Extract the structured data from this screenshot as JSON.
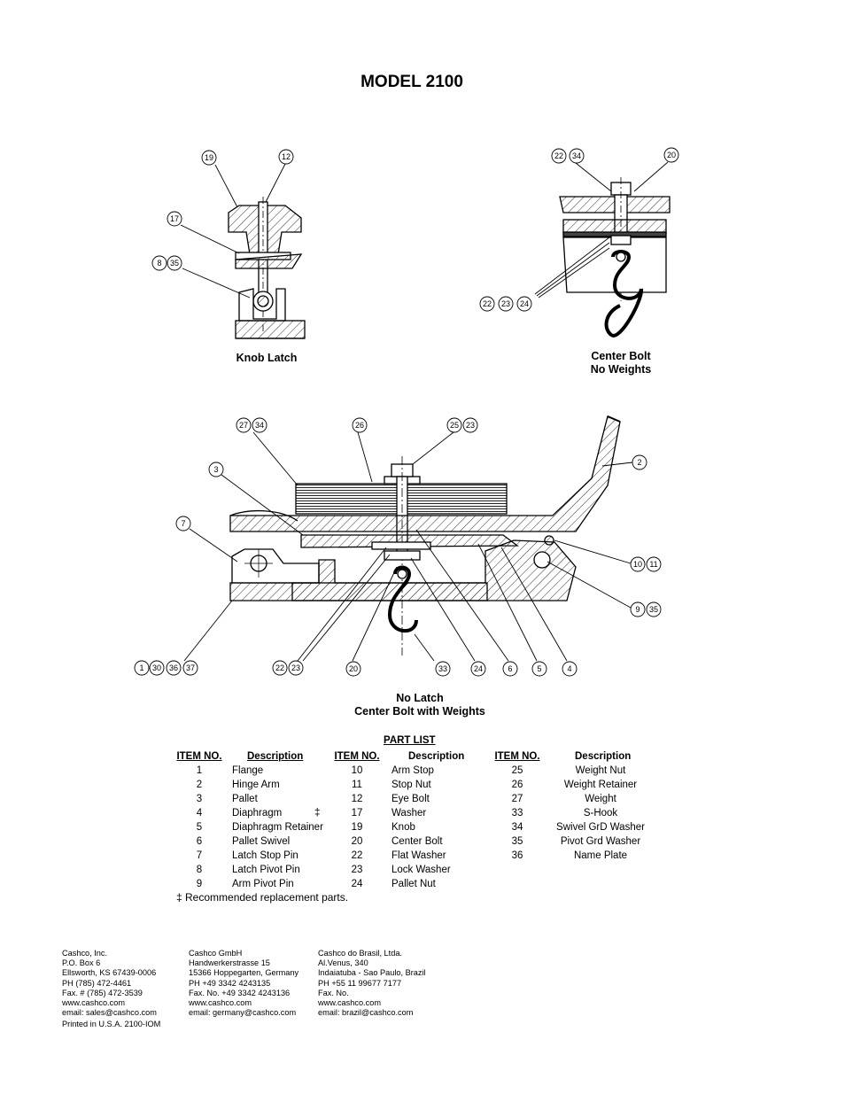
{
  "page": {
    "title": "MODEL 2100"
  },
  "figures": {
    "knob_latch": {
      "caption": [
        "Knob Latch"
      ],
      "callouts": [
        "19",
        "12",
        "17",
        "8",
        "35"
      ]
    },
    "center_bolt_no_weights": {
      "caption": [
        "Center Bolt",
        "No Weights"
      ],
      "callouts": [
        "22",
        "34",
        "20",
        "22",
        "23",
        "24"
      ]
    },
    "no_latch_with_weights": {
      "caption": [
        "No Latch",
        "Center Bolt with Weights"
      ],
      "callouts": [
        "27",
        "34",
        "26",
        "25",
        "23",
        "2",
        "3",
        "7",
        "10",
        "11",
        "9",
        "35",
        "1",
        "30",
        "36",
        "37",
        "22",
        "23",
        "20",
        "33",
        "24",
        "6",
        "5",
        "4"
      ]
    }
  },
  "part_list": {
    "title": "PART LIST",
    "item_header": "ITEM NO.",
    "desc_header": "Description",
    "columns": [
      [
        {
          "item": "1",
          "desc": "Flange"
        },
        {
          "item": "2",
          "desc": "Hinge Arm"
        },
        {
          "item": "3",
          "desc": "Pallet"
        },
        {
          "item": "4",
          "desc": "Diaphragm",
          "mark": "‡"
        },
        {
          "item": "5",
          "desc": "Diaphragm Retainer"
        },
        {
          "item": "6",
          "desc": "Pallet Swivel"
        },
        {
          "item": "7",
          "desc": "Latch Stop Pin"
        },
        {
          "item": "8",
          "desc": "Latch Pivot Pin"
        },
        {
          "item": "9",
          "desc": "Arm Pivot Pin"
        }
      ],
      [
        {
          "item": "10",
          "desc": "Arm Stop"
        },
        {
          "item": "11",
          "desc": "Stop Nut"
        },
        {
          "item": "12",
          "desc": "Eye Bolt"
        },
        {
          "item": "17",
          "desc": "Washer"
        },
        {
          "item": "19",
          "desc": "Knob"
        },
        {
          "item": "20",
          "desc": "Center Bolt"
        },
        {
          "item": "22",
          "desc": "Flat Washer"
        },
        {
          "item": "23",
          "desc": "Lock Washer"
        },
        {
          "item": "24",
          "desc": "Pallet Nut"
        }
      ],
      [
        {
          "item": "25",
          "desc": "Weight Nut"
        },
        {
          "item": "26",
          "desc": "Weight Retainer"
        },
        {
          "item": "27",
          "desc": "Weight"
        },
        {
          "item": "33",
          "desc": "S-Hook"
        },
        {
          "item": "34",
          "desc": "Swivel GrD Washer"
        },
        {
          "item": "35",
          "desc": "Pivot Grd Washer"
        },
        {
          "item": "36",
          "desc": "Name Plate"
        }
      ]
    ],
    "note": "‡  Recommended replacement parts."
  },
  "footer": {
    "us": [
      "Cashco, Inc.",
      "P.O.  Box 6",
      "Ellsworth, KS 67439-0006",
      "PH (785) 472-4461",
      "Fax. # (785) 472-3539",
      "www.cashco.com",
      "email:  sales@cashco.com",
      "Printed in U.S.A.    2100-IOM"
    ],
    "germany": [
      "Cashco GmbH",
      "Handwerkerstrasse 15",
      "15366 Hoppegarten, Germany",
      "PH +49 3342 4243135",
      "Fax. No. +49 3342 4243136",
      "www.cashco.com",
      "email:   germany@cashco.com"
    ],
    "brazil": [
      "Cashco do Brasil, Ltda.",
      "Al.Venus, 340",
      "Indaiatuba - Sao Paulo, Brazil",
      "PH +55 11 99677 7177",
      "Fax. No.",
      "www.cashco.com",
      "email:   brazil@cashco.com"
    ]
  }
}
